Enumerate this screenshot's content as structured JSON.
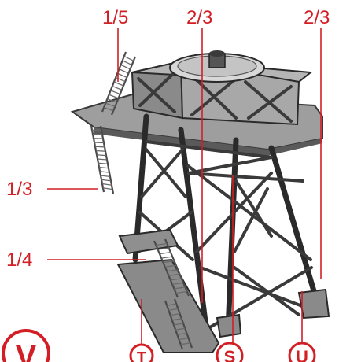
{
  "labels": {
    "top_left": "1/5",
    "top_middle": "2/3",
    "top_right": "2/3",
    "left_upper": "1/3",
    "left_lower": "1/4"
  },
  "markers": {
    "v": "V",
    "t": "T",
    "s": "S",
    "u": "U"
  },
  "colors": {
    "accent": "#d21f26",
    "structure": "#2a2a2a",
    "deck": "#9a9a9a"
  }
}
